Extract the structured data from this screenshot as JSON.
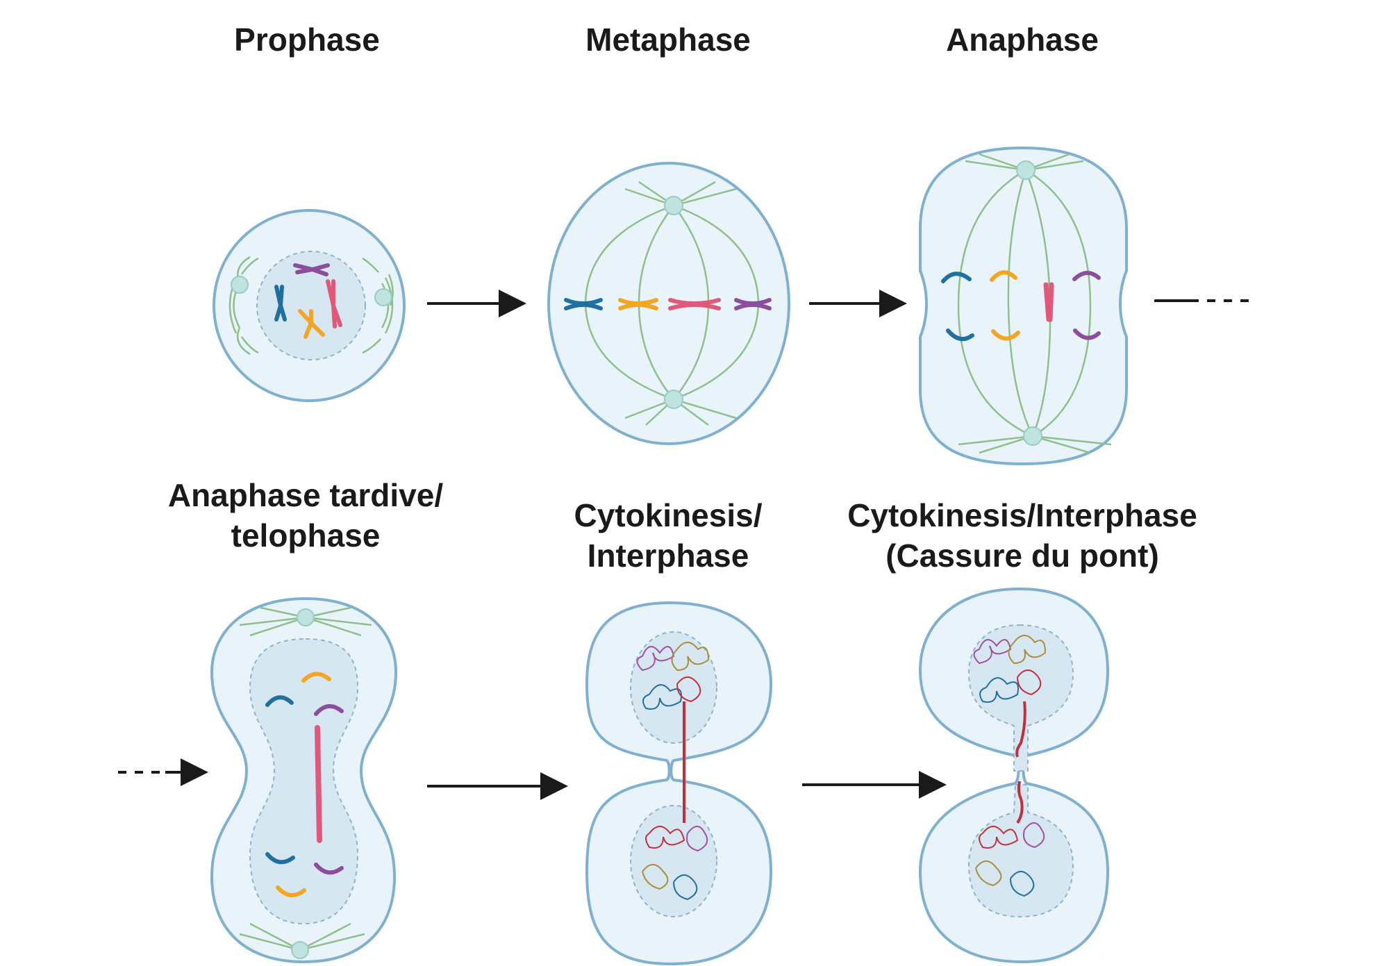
{
  "stages": [
    {
      "id": "prophase",
      "label": "Prophase"
    },
    {
      "id": "metaphase",
      "label": "Metaphase"
    },
    {
      "id": "anaphase",
      "label": "Anaphase"
    },
    {
      "id": "late-anaphase",
      "label": "Anaphase tardive/\ntelophase"
    },
    {
      "id": "cytokinesis",
      "label": "Cytokinesis/\nInterphase"
    },
    {
      "id": "bridge-break",
      "label": "Cytokinesis/Interphase\n(Cassure du pont)"
    }
  ],
  "colors": {
    "cell_fill": "#e8f4fa",
    "cell_stroke": "#7fb0d0",
    "nucleus_fill": "#d6e7f2",
    "spindle": "#8fbf8a",
    "centrosome": "#bfe3df",
    "arrow": "#1a1a1a",
    "chromosome_blue": "#1f6fa0",
    "chromosome_orange": "#f2a623",
    "chromosome_pink": "#e0587a",
    "chromosome_purple": "#8a4e9c",
    "chromatin_olive": "#a88f3a",
    "bridge_red": "#c0303a"
  }
}
